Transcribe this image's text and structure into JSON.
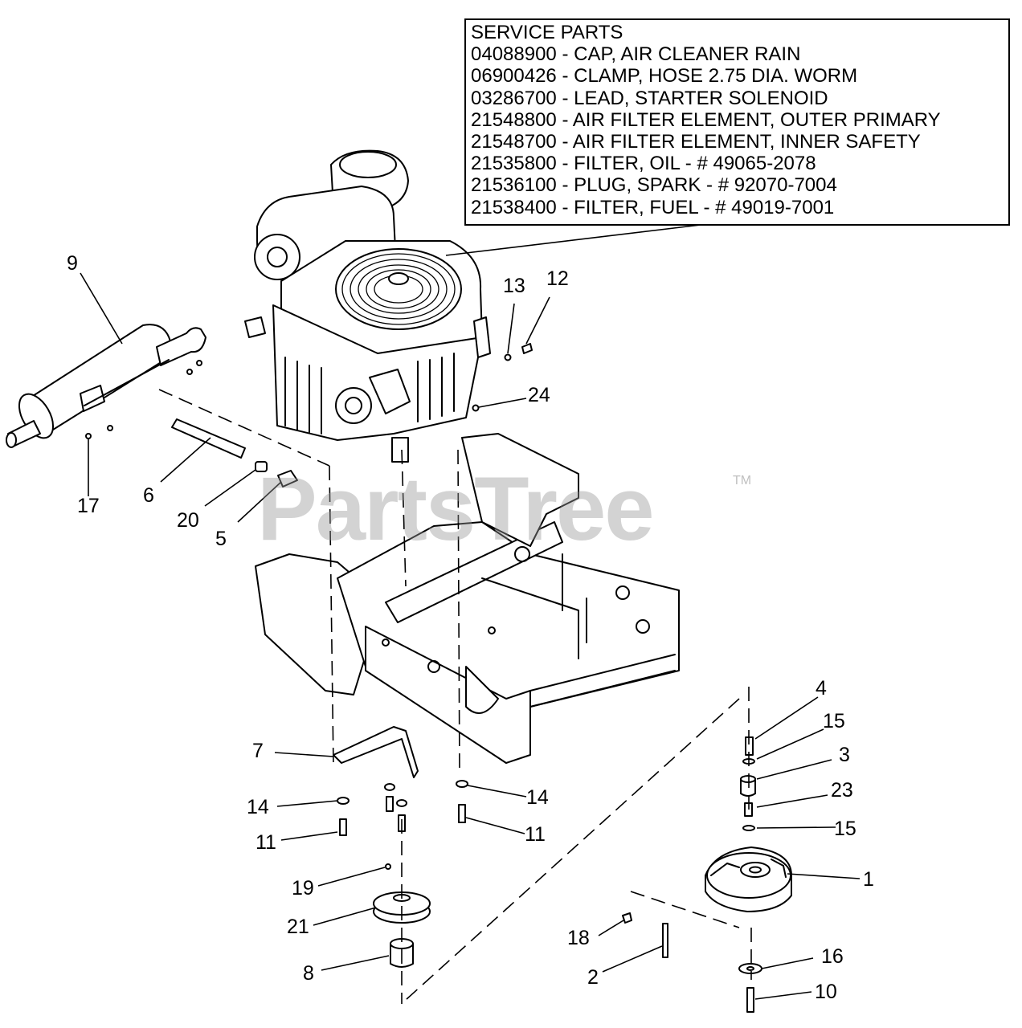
{
  "service_parts": {
    "title": "SERVICE PARTS",
    "items": [
      "04088900 - CAP, AIR CLEANER RAIN",
      "06900426 - CLAMP, HOSE 2.75 DIA. WORM",
      "03286700 - LEAD, STARTER SOLENOID",
      "21548800 - AIR FILTER ELEMENT, OUTER PRIMARY",
      "21548700 - AIR FILTER ELEMENT, INNER SAFETY",
      "21535800 - FILTER, OIL - # 49065-2078",
      "21536100 - PLUG, SPARK - # 92070-7004",
      "21538400 - FILTER, FUEL - # 49019-7001"
    ]
  },
  "callouts": {
    "c9": "9",
    "c13": "13",
    "c12": "12",
    "c24": "24",
    "c17": "17",
    "c6": "6",
    "c20": "20",
    "c5": "5",
    "c4": "4",
    "c15a": "15",
    "c3": "3",
    "c23": "23",
    "c15b": "15",
    "c7": "7",
    "c14a": "14",
    "c14b": "14",
    "c11a": "11",
    "c11b": "11",
    "c1": "1",
    "c19": "19",
    "c21": "21",
    "c18": "18",
    "c16": "16",
    "c8": "8",
    "c2": "2",
    "c10": "10"
  },
  "watermark": {
    "text": "PartsTree",
    "tm": "TM"
  }
}
